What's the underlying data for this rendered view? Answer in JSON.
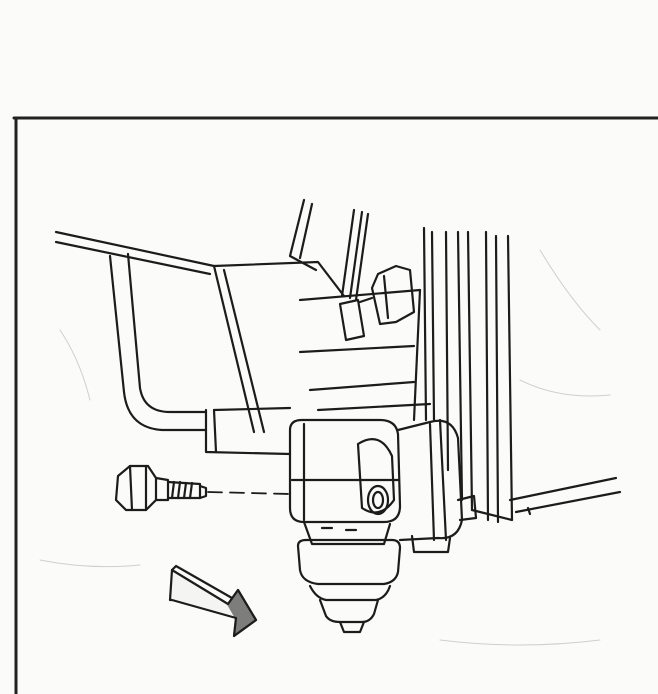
{
  "figure": {
    "kind": "line-art exploded view",
    "line_color": "#1c1c1c",
    "paper_color": "#fbfbf9",
    "frame_color": "#222222",
    "components": [
      {
        "id": "bolt",
        "icon": "bolt-icon"
      },
      {
        "id": "tube",
        "icon": "pipe-icon"
      },
      {
        "id": "valve-block",
        "icon": "valve-icon"
      },
      {
        "id": "sensor",
        "icon": "sensor-icon"
      },
      {
        "id": "bracket",
        "icon": "bracket-icon"
      },
      {
        "id": "removal-direction",
        "icon": "arrow-icon"
      }
    ]
  }
}
